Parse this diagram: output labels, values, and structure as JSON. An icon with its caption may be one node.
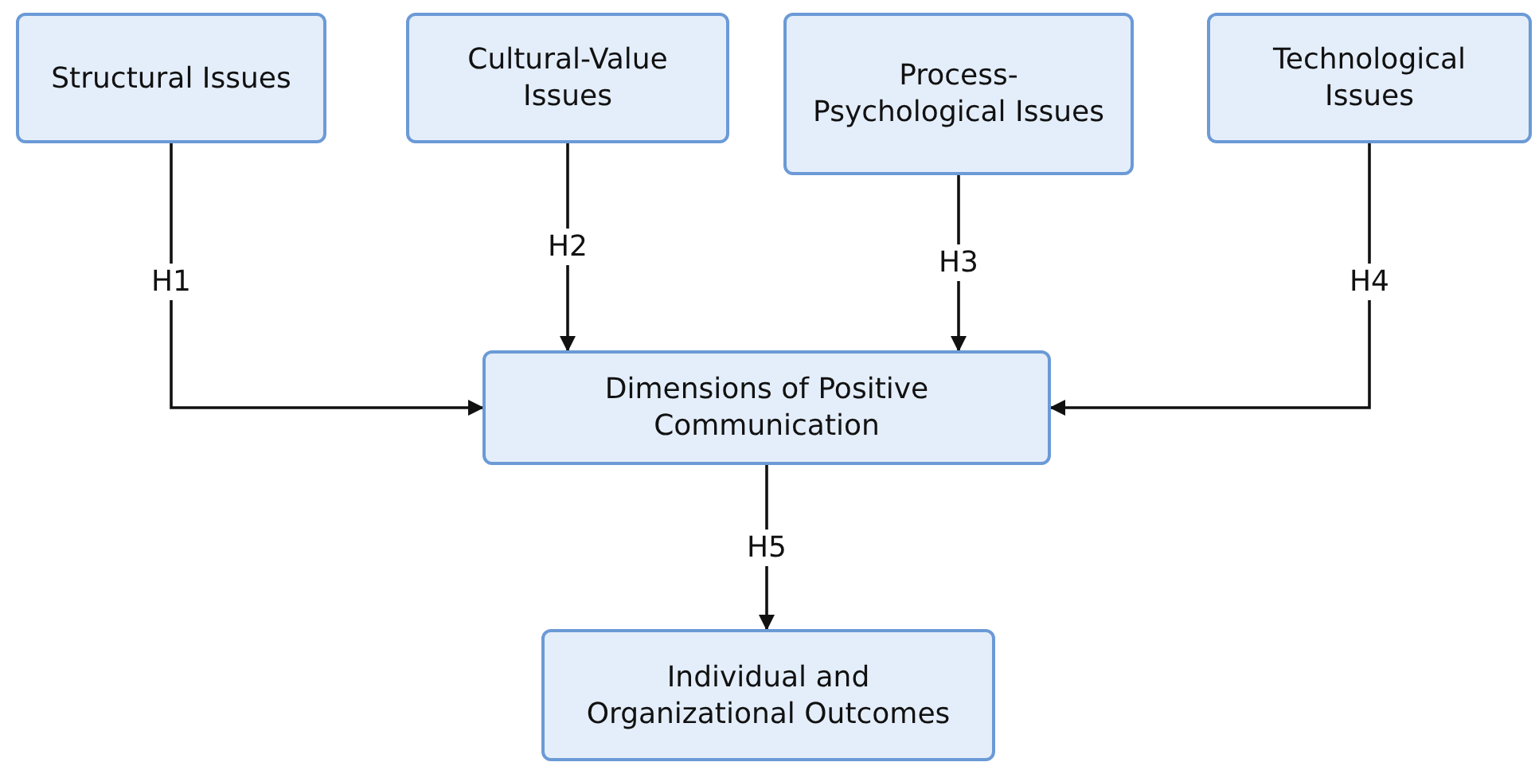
{
  "diagram": {
    "nodes": [
      {
        "text": [
          "Structural Issues"
        ]
      },
      {
        "text": [
          "Cultural-Value Issues"
        ]
      },
      {
        "text": [
          "Process-Psychological Issues"
        ]
      },
      {
        "text": [
          "Technological Issues"
        ]
      },
      {
        "text": [
          "Dimensions of Positive Communication"
        ]
      },
      {
        "text": [
          "Individual and Organizational Outcomes"
        ]
      }
    ],
    "edges": [
      {
        "from": 0,
        "to": 4,
        "arrow": "to",
        "label": "H1"
      },
      {
        "from": 1,
        "to": 4,
        "arrow": "to",
        "label": "H2"
      },
      {
        "from": 2,
        "to": 4,
        "arrow": "to",
        "label": "H3"
      },
      {
        "from": 3,
        "to": 4,
        "arrow": "to",
        "label": "H4"
      },
      {
        "from": 4,
        "to": 5,
        "arrow": "to",
        "label": "H5"
      }
    ]
  }
}
